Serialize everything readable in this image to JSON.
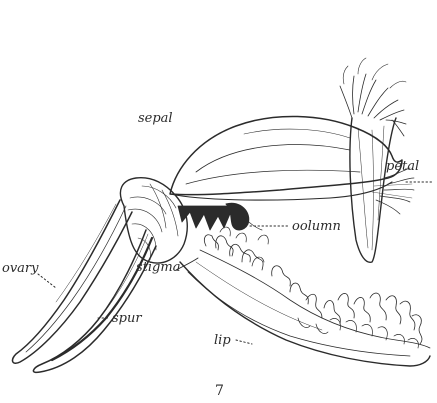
{
  "labels": {
    "sepal": "sepal",
    "petal": "petal",
    "column": "oolumn",
    "ovary": "ovary",
    "stigma": "stigma",
    "spur": "spur",
    "lip": "lip"
  },
  "page_number": "7",
  "colors": {
    "ink": "#2b2b2b",
    "paper": "#ffffff"
  }
}
